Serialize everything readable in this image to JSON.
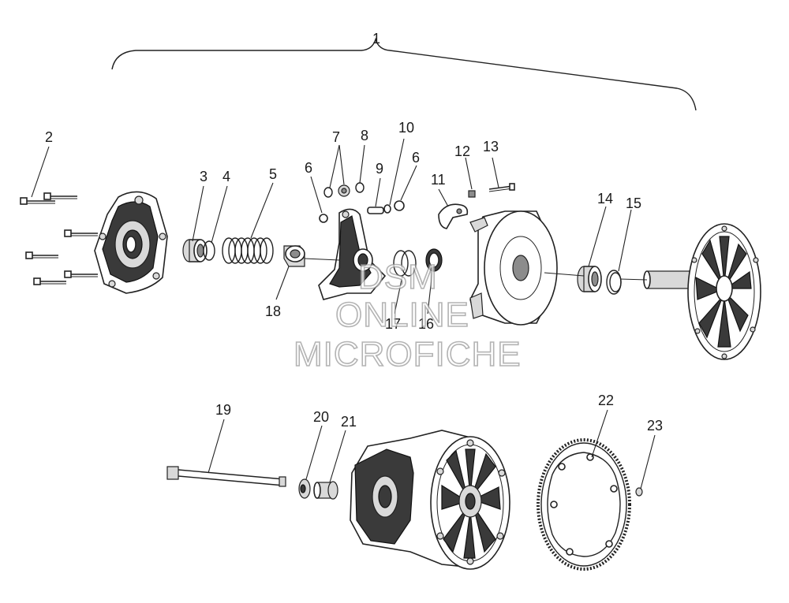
{
  "diagram": {
    "callouts": [
      {
        "id": "c1",
        "label": "1"
      },
      {
        "id": "c2",
        "label": "2"
      },
      {
        "id": "c3",
        "label": "3"
      },
      {
        "id": "c4",
        "label": "4"
      },
      {
        "id": "c5",
        "label": "5"
      },
      {
        "id": "c6a",
        "label": "6"
      },
      {
        "id": "c6b",
        "label": "6"
      },
      {
        "id": "c7",
        "label": "7"
      },
      {
        "id": "c8",
        "label": "8"
      },
      {
        "id": "c9",
        "label": "9"
      },
      {
        "id": "c10",
        "label": "10"
      },
      {
        "id": "c11",
        "label": "11"
      },
      {
        "id": "c12",
        "label": "12"
      },
      {
        "id": "c13",
        "label": "13"
      },
      {
        "id": "c14",
        "label": "14"
      },
      {
        "id": "c15",
        "label": "15"
      },
      {
        "id": "c16",
        "label": "16"
      },
      {
        "id": "c17",
        "label": "17"
      },
      {
        "id": "c18",
        "label": "18"
      },
      {
        "id": "c19",
        "label": "19"
      },
      {
        "id": "c20",
        "label": "20"
      },
      {
        "id": "c21",
        "label": "21"
      },
      {
        "id": "c22",
        "label": "22"
      },
      {
        "id": "c23",
        "label": "23"
      }
    ],
    "watermark": {
      "line1": "DSM",
      "line2": "ONLINE",
      "line3": "MICROFICHE"
    }
  }
}
